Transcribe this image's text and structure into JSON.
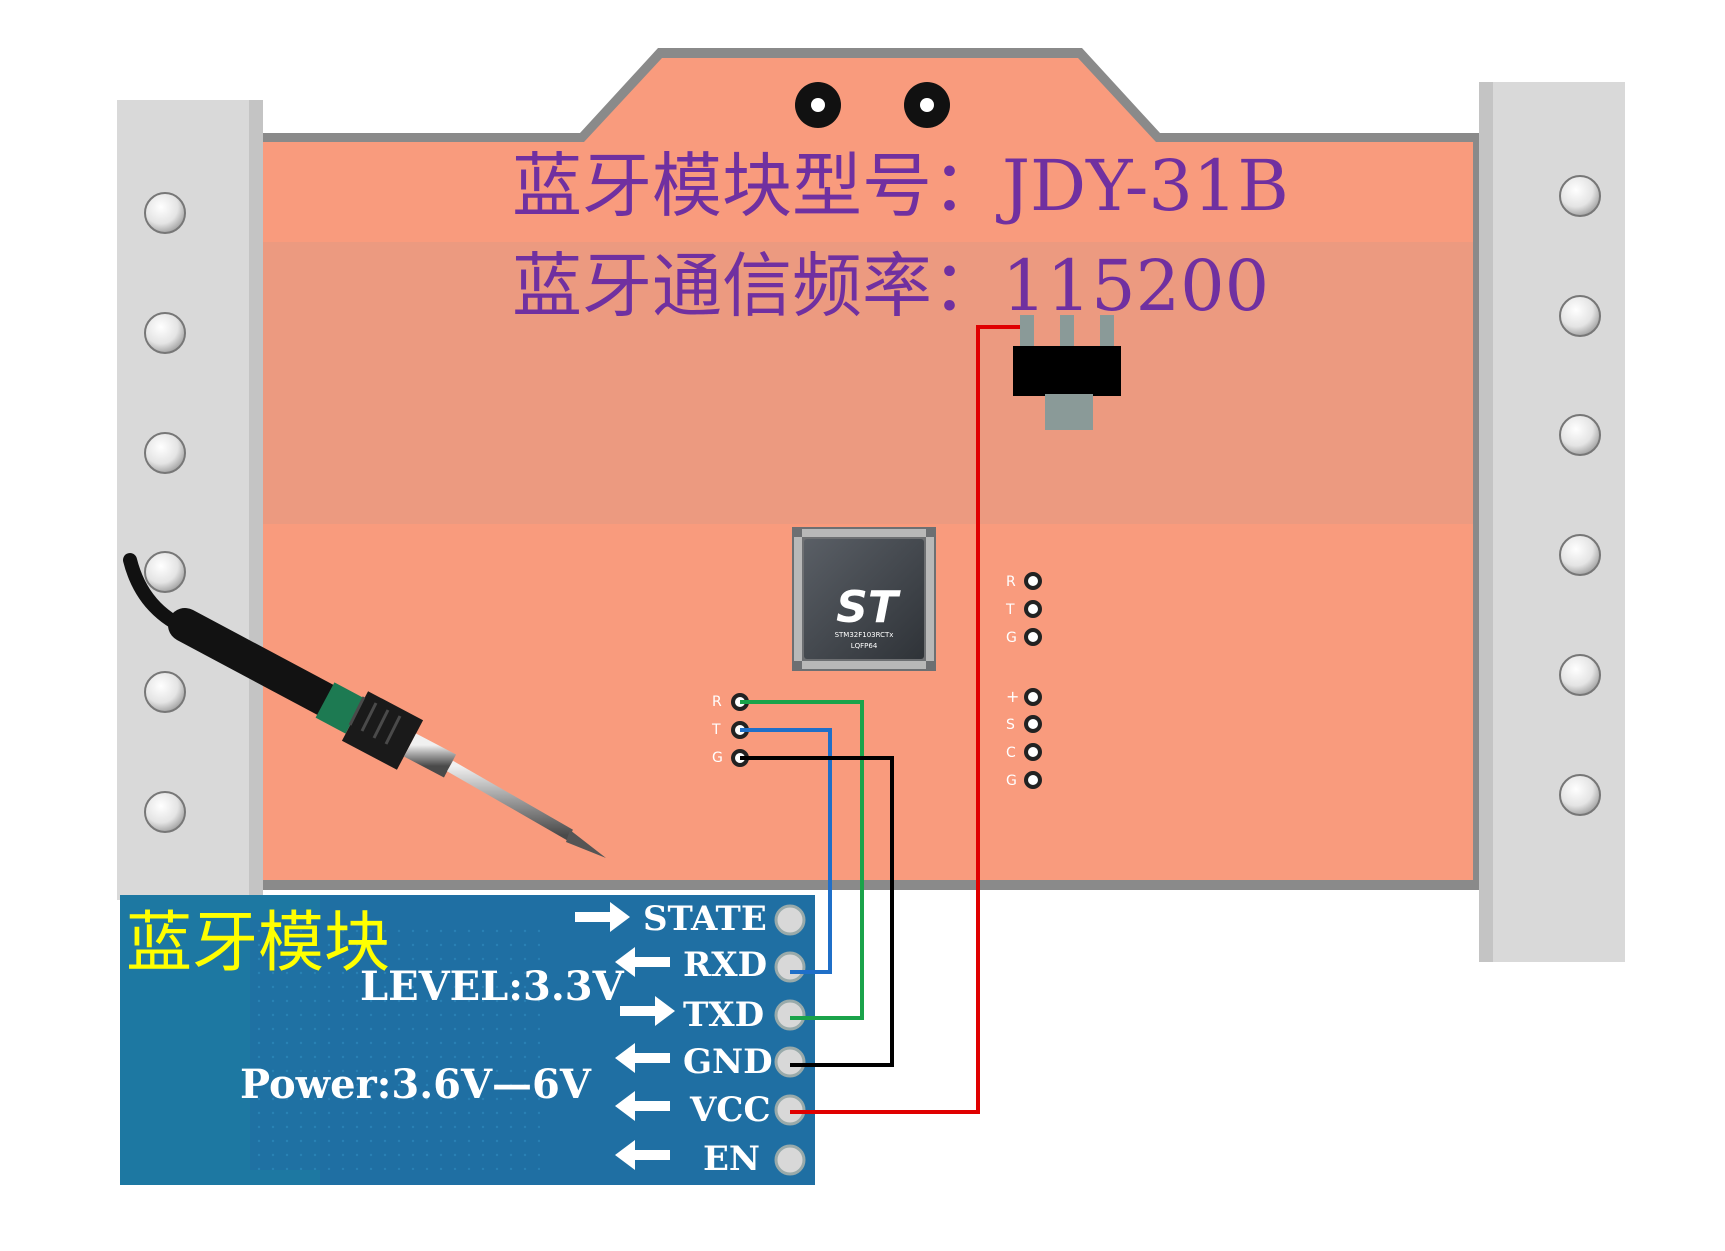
{
  "board": {
    "model_line": "蓝牙模块型号：JDY-31B",
    "baud_line": "蓝牙通信频率：115200",
    "colors": {
      "board": "#F99B7D",
      "board_upper": "#EC9A80",
      "rail": "#D9D9D9",
      "text": "#7030A0",
      "module": "#1F6FA3",
      "module_label": "#FFFF00"
    }
  },
  "chip": {
    "logo": "ST",
    "part": "STM32F103RCTx",
    "package": "LQFP64"
  },
  "header_uart": {
    "pins": [
      "R",
      "T",
      "G"
    ]
  },
  "header_right_top": {
    "pins": [
      "R",
      "T",
      "G"
    ]
  },
  "header_right_bottom": {
    "pins": [
      "+",
      "S",
      "C",
      "G"
    ]
  },
  "module": {
    "title": "蓝牙模块",
    "level": "LEVEL:3.3V",
    "power": "Power:3.6V—6V",
    "pins": [
      "STATE",
      "RXD",
      "TXD",
      "GND",
      "VCC",
      "EN"
    ]
  },
  "wires": [
    {
      "from": "R",
      "to": "TXD",
      "color": "#1AA34A"
    },
    {
      "from": "T",
      "to": "RXD",
      "color": "#1F6FC8"
    },
    {
      "from": "G",
      "to": "GND",
      "color": "#000000"
    },
    {
      "from": "regulator",
      "to": "VCC",
      "color": "#E00000"
    }
  ],
  "icons": [
    "soldering-iron-icon",
    "mounting-hole-icon",
    "voltage-regulator-icon"
  ]
}
